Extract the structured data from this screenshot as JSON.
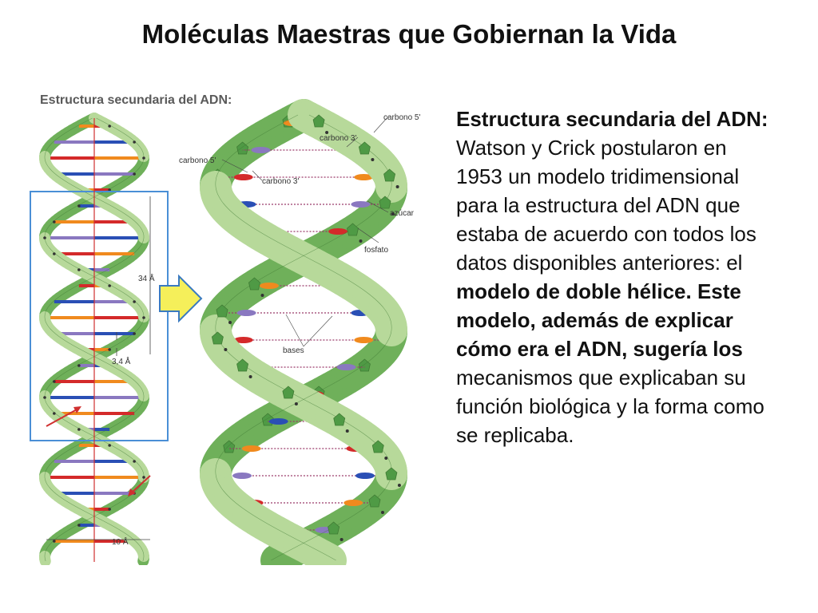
{
  "slide": {
    "title": "Moléculas Maestras que Gobiernan la Vida"
  },
  "figure": {
    "heading": "Estructura secundaria del ADN:",
    "labels": {
      "carbono5_top": "carbono 5'",
      "carbono3_top": "carbono 3'",
      "carbono5_left": "carbono 5'",
      "carbono3_left": "carbono 3'",
      "azucar": "azúcar",
      "fosfato": "fosfato",
      "bases": "bases",
      "pitch": "34 Å",
      "rise": "3,4 Å",
      "diameter": "10 Å"
    },
    "colors": {
      "strand_light": "#b7d99a",
      "strand_dark": "#6fb05a",
      "outline": "#3f7a33",
      "box": "#4a8fd6",
      "arrow_fill": "#f5ef5a",
      "axis": "#d03030",
      "base_red": "#d42a2a",
      "base_blue": "#2a4fb5",
      "base_orange": "#f08a1e",
      "base_purple": "#8a78c0"
    }
  },
  "text": {
    "p1": "Estructura secundaria del ADN:",
    "p2": " Watson y Crick postularon en 1953 un modelo tridimensional para la estructura del ADN que estaba de acuerdo con todos los datos disponibles anteriores: el ",
    "p3": "modelo de doble hélice. Este modelo, además de explicar cómo era el ADN, sugería los",
    "p4": " mecanismos que explicaban su función biológica y la forma como se replicaba."
  }
}
